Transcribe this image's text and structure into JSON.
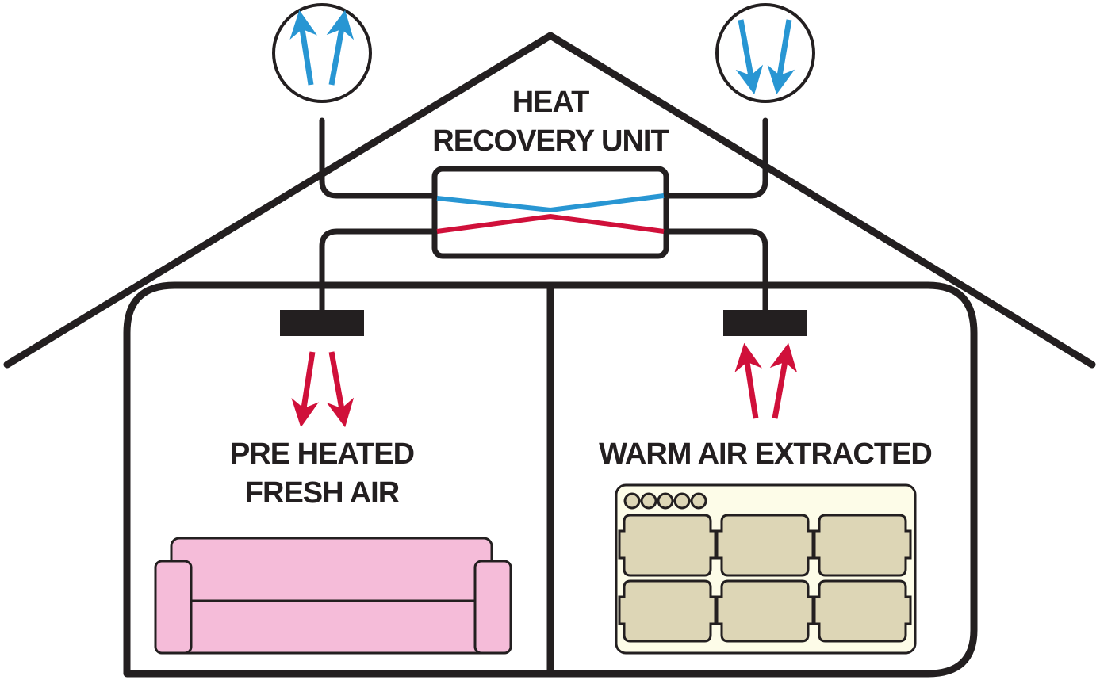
{
  "labels": {
    "unit_line1": "HEAT",
    "unit_line2": "RECOVERY UNIT",
    "left_line1": "PRE HEATED",
    "left_line2": "FRESH AIR",
    "right_line1": "WARM AIR EXTRACTED"
  },
  "colors": {
    "outline": "#231f20",
    "cold_air": "#2896d3",
    "warm_air": "#d0103a",
    "sofa": "#f5bcd9",
    "cooker_panel": "#fdfce8",
    "cooker_hob": "#ddd6b6"
  },
  "icons": {
    "intake": "fresh-air-intake-icon",
    "exhaust": "stale-air-exhaust-icon",
    "sofa": "sofa-icon",
    "cooker": "cooker-hob-icon"
  }
}
